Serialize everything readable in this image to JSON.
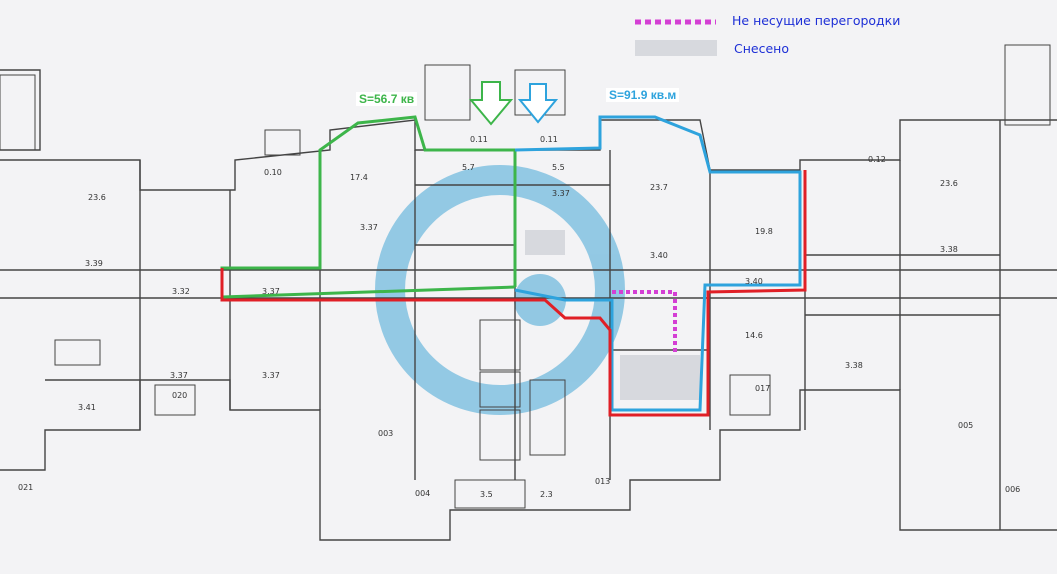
{
  "legend": {
    "non_load_bearing_label": "Не несущие перегородки",
    "demolished_label": "Снесено",
    "non_load_bearing_color": "#d43fd4",
    "demolished_color": "#d7d9de"
  },
  "annotations": {
    "green_area": "S=56.7 кв",
    "blue_area": "S=91.9 кв.м",
    "green_color": "#3db54a",
    "blue_color": "#2ea3dd",
    "red_color": "#e01f26"
  },
  "rooms": [
    {
      "id": "r1",
      "text": "23.6"
    },
    {
      "id": "r2",
      "text": "3.39"
    },
    {
      "id": "r3",
      "text": "3.32"
    },
    {
      "id": "r4",
      "text": "3.37"
    },
    {
      "id": "r5",
      "text": "17.4"
    },
    {
      "id": "r6",
      "text": "3.37"
    },
    {
      "id": "r7",
      "text": "5.7"
    },
    {
      "id": "r8",
      "text": "5.5"
    },
    {
      "id": "r9",
      "text": "3.37"
    },
    {
      "id": "r10",
      "text": "23.7"
    },
    {
      "id": "r11",
      "text": "3.40"
    },
    {
      "id": "r12",
      "text": "19.8"
    },
    {
      "id": "r13",
      "text": "3.40"
    },
    {
      "id": "r14",
      "text": "23.6"
    },
    {
      "id": "r15",
      "text": "3.38"
    },
    {
      "id": "r16",
      "text": "3.41"
    },
    {
      "id": "r17",
      "text": "3.37"
    },
    {
      "id": "r18",
      "text": "3.37"
    },
    {
      "id": "r19",
      "text": "14.6"
    },
    {
      "id": "r20",
      "text": "3.38"
    },
    {
      "id": "r21",
      "text": "3.5"
    },
    {
      "id": "r22",
      "text": "2.3"
    },
    {
      "id": "r23",
      "text": "0.12"
    },
    {
      "id": "r24",
      "text": "0.11"
    },
    {
      "id": "r25",
      "text": "0.11"
    },
    {
      "id": "r26",
      "text": "0.10"
    },
    {
      "id": "r27",
      "text": "004"
    },
    {
      "id": "r28",
      "text": "003"
    },
    {
      "id": "r29",
      "text": "005"
    },
    {
      "id": "r30",
      "text": "006"
    },
    {
      "id": "r31",
      "text": "013"
    },
    {
      "id": "r32",
      "text": "017"
    },
    {
      "id": "r33",
      "text": "020"
    },
    {
      "id": "r34",
      "text": "021"
    }
  ]
}
